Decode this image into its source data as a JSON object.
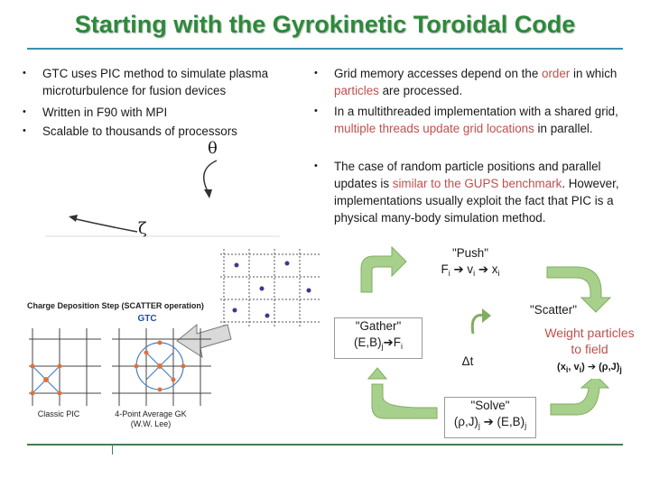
{
  "slide": {
    "title": "Starting with the Gyrokinetic Toroidal Code",
    "left_bullets": [
      "GTC uses PIC method to simulate plasma microturbulence for fusion devices",
      "Written in F90 with MPI",
      "Scalable to thousands of processors"
    ],
    "right_bullets": {
      "b1_a": "Grid memory accesses depend on the ",
      "b1_red1": "order",
      "b1_b": " in which ",
      "b1_red2": "particles",
      "b1_c": " are processed.",
      "b2_a": "In a multithreaded implementation with a shared grid, ",
      "b2_red": "multiple threads update grid locations",
      "b2_b": " in parallel.",
      "b3_a": "The case of random particle positions and parallel updates is ",
      "b3_red": "similar to the GUPS benchmark",
      "b3_b": ". However, implementations usually exploit the fact that PIC is a physical many-body simulation method."
    },
    "torus": {
      "theta": "θ",
      "zeta": "ζ"
    },
    "figure": {
      "caption": "Charge Deposition Step (SCATTER operation)",
      "gtc": "GTC",
      "classic": "Classic PIC",
      "gk": "4-Point Average GK",
      "gk_author": "(W.W. Lee)"
    },
    "cycle": {
      "push_title": "\"Push\"",
      "push_f": "F",
      "push_i1": "i",
      "push_v": "v",
      "push_i2": "i",
      "push_x": "x",
      "push_i3": "i",
      "scatter_title": "\"Scatter\"",
      "scatter_line1": "Weight particles",
      "scatter_line2": "to field",
      "scatter_formula_a": "(x",
      "scatter_i1": "i",
      "scatter_formula_b": ", v",
      "scatter_i2": "i",
      "scatter_formula_c": ")",
      "scatter_formula_d": "(ρ,J)",
      "scatter_j": "j",
      "gather_title": "\"Gather\"",
      "gather_a": "(E,B)",
      "gather_j1": "j",
      "gather_f": "F",
      "gather_i": "i",
      "dt": "Δt",
      "solve_title": "\"Solve\"",
      "solve_a": "(ρ,J)",
      "solve_j1": "j",
      "solve_b": "(E,B)",
      "solve_j2": "j"
    }
  },
  "colors": {
    "title": "#2c8a3a",
    "accent_red": "#c0504d",
    "arrow_green": "#8bbf5c"
  }
}
